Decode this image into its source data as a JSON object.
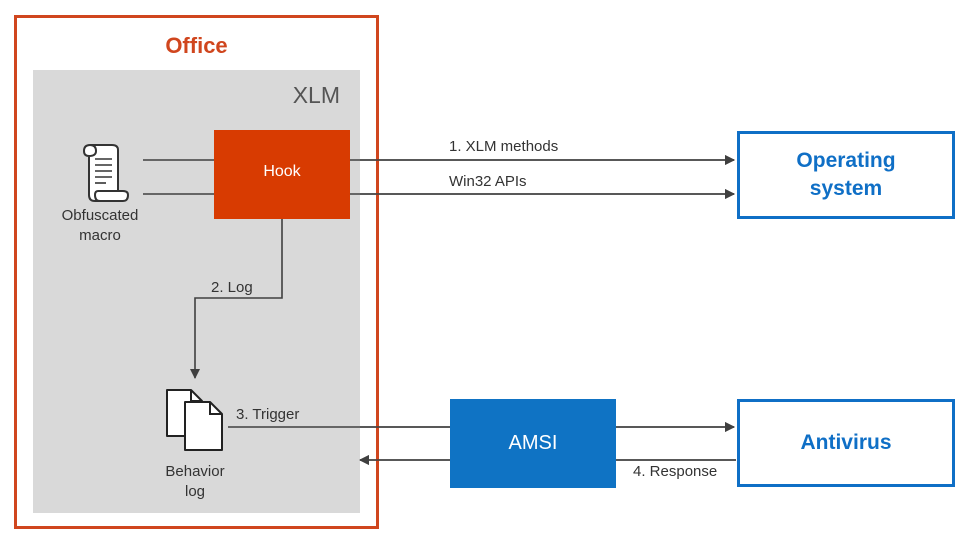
{
  "office": {
    "title": "Office"
  },
  "xlm": {
    "title": "XLM"
  },
  "hook": {
    "label": "Hook"
  },
  "macro": {
    "label_line1": "Obfuscated",
    "label_line2": "macro",
    "icon": "scroll-icon"
  },
  "behavior_log": {
    "label_line1": "Behavior",
    "label_line2": "log",
    "icon": "documents-icon"
  },
  "operating_system": {
    "label": "Operating system"
  },
  "amsi": {
    "label": "AMSI"
  },
  "antivirus": {
    "label": "Antivirus"
  },
  "arrows": {
    "xlm_methods": "1. XLM methods",
    "win32_apis": "Win32 APIs",
    "log": "2. Log",
    "trigger": "3. Trigger",
    "response": "4. Response"
  },
  "colors": {
    "office_accent": "#d0461e",
    "hook_fill": "#d83b01",
    "xlm_fill": "#d9d9d9",
    "blue_accent": "#0f6fc6",
    "amsi_fill": "#0f73c4",
    "arrow": "#404040"
  }
}
